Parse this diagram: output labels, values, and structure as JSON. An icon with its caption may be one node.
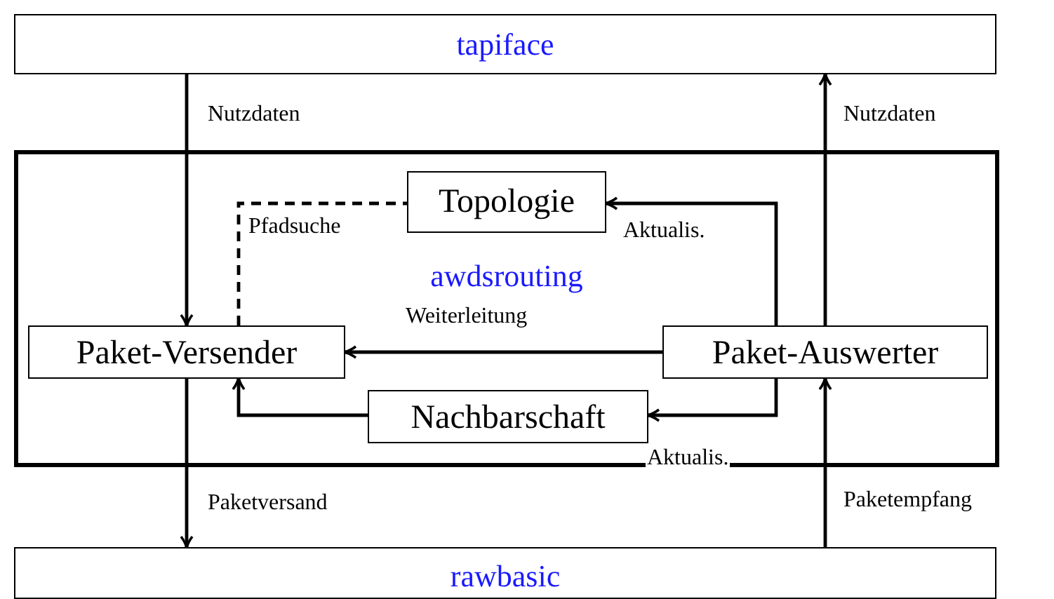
{
  "diagram": {
    "nodes": [
      {
        "text": [
          "tapiface"
        ]
      },
      {
        "text": [
          "awdsrouting"
        ]
      },
      {
        "text": [
          "Topologie"
        ],
        "in": 1
      },
      {
        "text": [
          "Paket-Versender"
        ],
        "in": 1
      },
      {
        "text": [
          "Paket-Auswerter"
        ],
        "in": 1
      },
      {
        "text": [
          "Nachbarschaft"
        ],
        "in": 1
      },
      {
        "text": [
          "rawbasic"
        ]
      }
    ],
    "edges": [
      {
        "from": 0,
        "to": 3,
        "arrow": "to",
        "label": "Nutzdaten"
      },
      {
        "from": 4,
        "to": 0,
        "arrow": "to",
        "label": "Nutzdaten"
      },
      {
        "from": 3,
        "to": 2,
        "arrow": "none",
        "label": "Pfadsuche",
        "style": "dashed"
      },
      {
        "from": 4,
        "to": 2,
        "arrow": "to",
        "label": "Aktualis."
      },
      {
        "from": 4,
        "to": 3,
        "arrow": "to",
        "label": "Weiterleitung"
      },
      {
        "from": 4,
        "to": 5,
        "arrow": "to",
        "label": "Aktualis."
      },
      {
        "from": 5,
        "to": 3,
        "arrow": "to"
      },
      {
        "from": 3,
        "to": 6,
        "arrow": "to",
        "label": "Paketversand"
      },
      {
        "from": 6,
        "to": 4,
        "arrow": "to",
        "label": "Paketempfang"
      }
    ]
  }
}
